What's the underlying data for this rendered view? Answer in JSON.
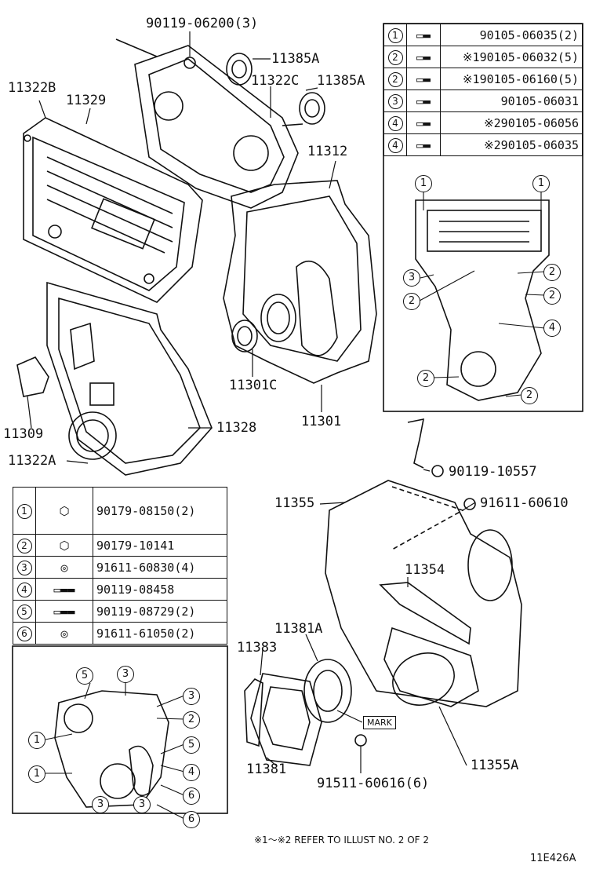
{
  "labels": {
    "top_bolt": "90119-06200(3)",
    "seal_a": "11385A",
    "seal_a2": "11385A",
    "gasket_c": "11322C",
    "cover_b": "11322B",
    "cover_329": "11329",
    "plate_312": "11312",
    "grommet": "11309",
    "cover_328": "11328",
    "gasket_a": "11322A",
    "seal_301c": "11301C",
    "case_301": "11301",
    "clip_bolt": "90119-10557",
    "washer_610": "91611-60610",
    "plate_355": "11355",
    "plate_354": "11354",
    "seal_381a": "11381A",
    "seal_383": "11383",
    "retainer_381": "11381",
    "bolt_616": "91511-60616(6)",
    "gasket_355a": "11355A",
    "mark": "MARK",
    "footnote": "※1〜※2 REFER TO ILLUST NO. 2 OF 2",
    "code": "11E426A"
  },
  "table_top": [
    {
      "key": "1",
      "part": "90105-06035(2)"
    },
    {
      "key": "2",
      "part": "※190105-06032(5)"
    },
    {
      "key": "2",
      "part": "※190105-06160(5)"
    },
    {
      "key": "3",
      "part": "90105-06031"
    },
    {
      "key": "4",
      "part": "※290105-06056"
    },
    {
      "key": "4",
      "part": "※290105-06035"
    }
  ],
  "table_left": [
    {
      "key": "1",
      "part": "90179-08150(2)"
    },
    {
      "key": "2",
      "part": "90179-10141"
    },
    {
      "key": "3",
      "part": "91611-60830(4)"
    },
    {
      "key": "4",
      "part": "90119-08458"
    },
    {
      "key": "5",
      "part": "90119-08729(2)"
    },
    {
      "key": "6",
      "part": "91611-61050(2)"
    }
  ],
  "callouts_top": [
    "1",
    "1",
    "3",
    "2",
    "2",
    "2",
    "4",
    "2",
    "2"
  ],
  "callouts_bottom": [
    "5",
    "3",
    "3",
    "2",
    "1",
    "5",
    "1",
    "4",
    "6",
    "3",
    "3",
    "6"
  ]
}
